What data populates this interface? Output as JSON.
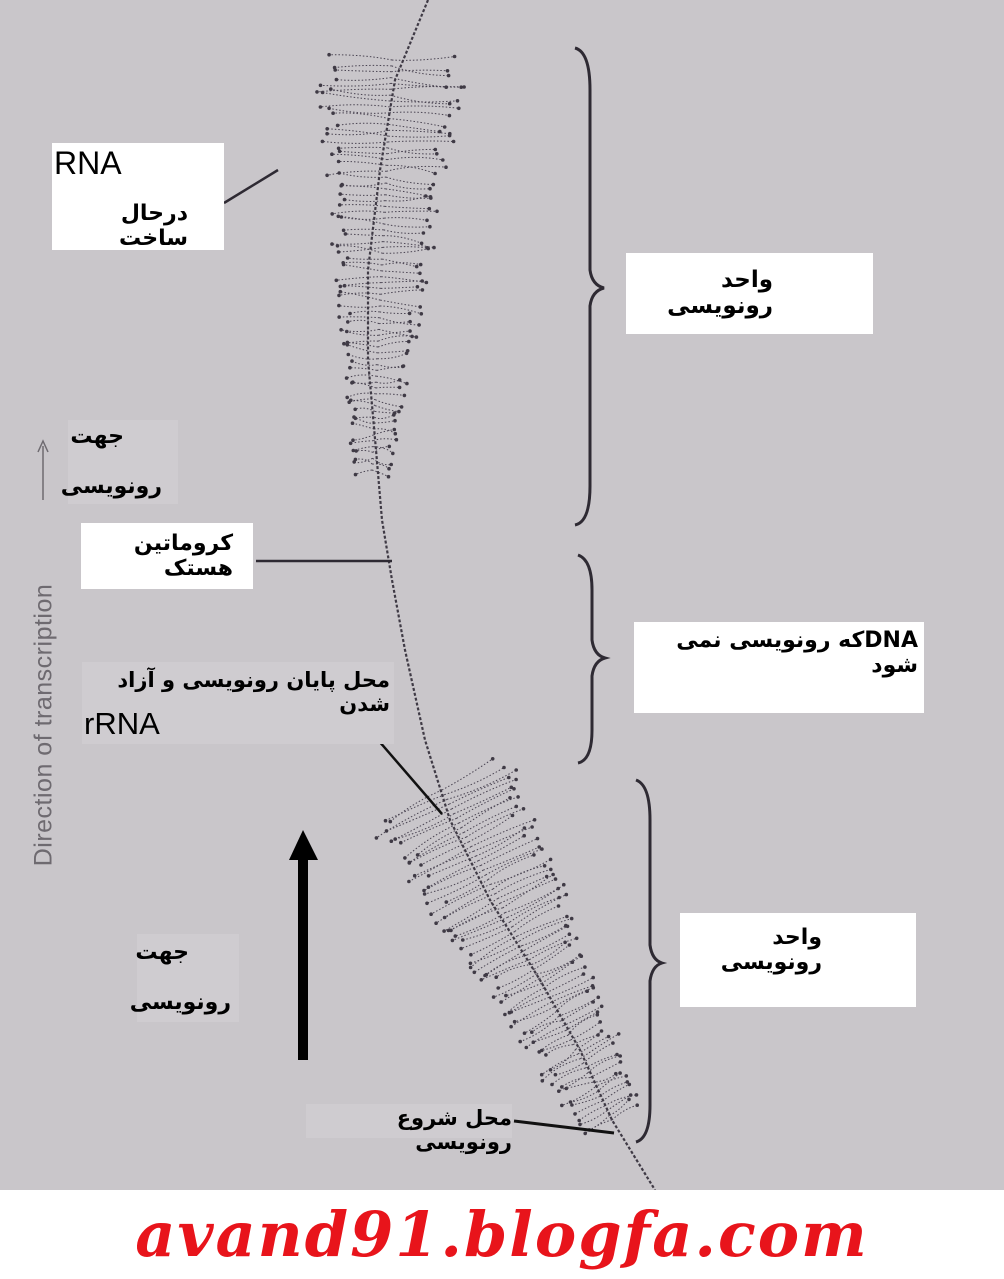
{
  "labels": {
    "rna_line1": "RNA",
    "rna_line2": "درحال ساخت",
    "unit_top": "واحد رونویسی",
    "direction_line1": "جهت",
    "direction_line2": "رونویسی",
    "chromatin": "کروماتین هستک",
    "non_transcribed": "DNAکه رونویسی نمی شود",
    "end_site_line1": "محل پایان رونویسی و آزاد شدن",
    "end_site_line2": "rRNA",
    "unit_bottom": "واحد رونویسی",
    "direction2_line1": "جهت",
    "direction2_line2": "رونویسی",
    "start_site": "محل شروع رونویسی"
  },
  "side_caption": "Direction of transcription",
  "footer": {
    "url": "avand91.blogfa.com"
  },
  "colors": {
    "background": "#c9c6ca",
    "strand": "#3f3a45",
    "bracket": "#2e2a33",
    "footer_text": "#e8141b"
  }
}
